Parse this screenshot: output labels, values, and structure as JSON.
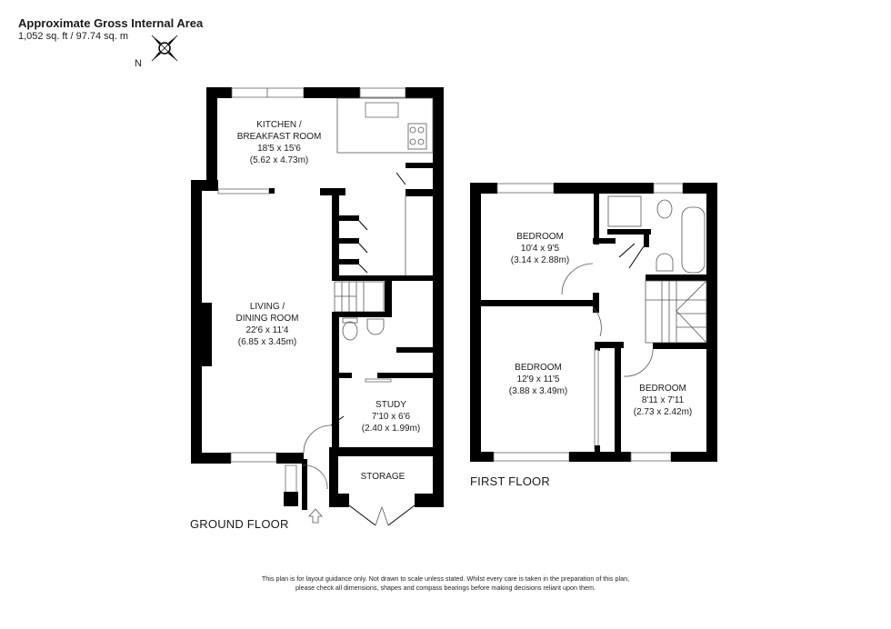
{
  "header": {
    "title": "Approximate Gross Internal Area",
    "area": "1,052 sq. ft / 97.74 sq. m",
    "compass_label": "N",
    "compass_icon": "compass-rose-icon"
  },
  "ground_floor": {
    "label": "GROUND FLOOR",
    "rooms": [
      {
        "name_line1": "KITCHEN /",
        "name_line2": "BREAKFAST ROOM",
        "imperial": "18'5 x 15'6",
        "metric": "(5.62 x 4.73m)"
      },
      {
        "name_line1": "LIVING /",
        "name_line2": "DINING ROOM",
        "imperial": "22'6 x 11'4",
        "metric": "(6.85 x 3.45m)"
      },
      {
        "name_line1": "STUDY",
        "imperial": "7'10 x 6'6",
        "metric": "(2.40 x 1.99m)"
      },
      {
        "name_line1": "STORAGE"
      }
    ],
    "entrance_icon": "entrance-arrow-icon"
  },
  "first_floor": {
    "label": "FIRST FLOOR",
    "rooms": [
      {
        "name_line1": "BEDROOM",
        "imperial": "10'4 x 9'5",
        "metric": "(3.14 x 2.88m)"
      },
      {
        "name_line1": "BEDROOM",
        "imperial": "12'9 x 11'5",
        "metric": "(3.88 x 3.49m)"
      },
      {
        "name_line1": "BEDROOM",
        "imperial": "8'11 x 7'11",
        "metric": "(2.73 x 2.42m)"
      }
    ]
  },
  "disclaimer": {
    "line1": "This plan is for layout guidance only.  Not drawn to scale unless stated. Whilst every care is taken in the preparation of this plan,",
    "line2": "please check all dimensions, shapes and compass bearings before making decisions reliant upon them."
  }
}
